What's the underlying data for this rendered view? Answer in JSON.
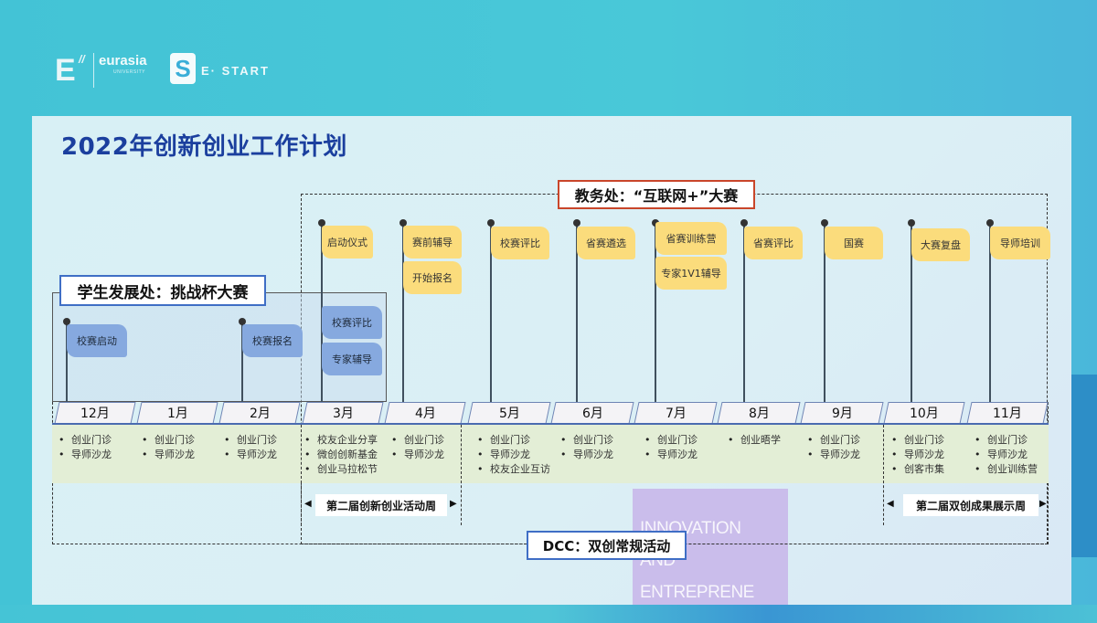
{
  "branding": {
    "logo_e": "E",
    "logo_marks": "//",
    "eurasia": "eurasia",
    "eurasia_sub": "UNIVERSITY",
    "start_mark": "S",
    "start_text": "E· START"
  },
  "title": "2022年创新创业工作计划",
  "sections": {
    "academic_affairs": "教务处：“互联网+”大赛",
    "student_affairs": "学生发展处：挑战杯大赛",
    "dcc": "DCC：双创常规活动"
  },
  "colors": {
    "title": "#1b3f9e",
    "academic_border": "#c9462a",
    "student_border": "#3f6ec5",
    "flag_yellow": "#fbdc7c",
    "flag_blue": "#86a9df",
    "activity_band": "#e3eed6"
  },
  "months": [
    "12月",
    "1月",
    "2月",
    "3月",
    "4月",
    "5月",
    "6月",
    "7月",
    "8月",
    "9月",
    "10月",
    "11月"
  ],
  "blue_flags": [
    {
      "month": "12月",
      "label": "校赛启动"
    },
    {
      "month": "2月",
      "label": "校赛报名"
    },
    {
      "month": "3月",
      "label": "校赛评比"
    },
    {
      "month": "3月",
      "label": "专家辅导"
    }
  ],
  "yellow_flags": [
    {
      "month": "3月",
      "label": "启动仪式"
    },
    {
      "month": "4月",
      "label": "赛前辅导"
    },
    {
      "month": "4月",
      "label": "开始报名"
    },
    {
      "month": "5月",
      "label": "校赛评比"
    },
    {
      "month": "6月",
      "label": "省赛遴选"
    },
    {
      "month": "7月",
      "label": "省赛训练营"
    },
    {
      "month": "7月",
      "label": "专家1V1辅导"
    },
    {
      "month": "8月",
      "label": "省赛评比"
    },
    {
      "month": "9月",
      "label": "国赛"
    },
    {
      "month": "10月",
      "label": "大赛复盘"
    },
    {
      "month": "11月",
      "label": "导师培训"
    }
  ],
  "activities": [
    {
      "month": "12月",
      "items": [
        "创业门诊",
        "导师沙龙"
      ]
    },
    {
      "month": "1月",
      "items": [
        "创业门诊",
        "导师沙龙"
      ]
    },
    {
      "month": "2月",
      "items": [
        "创业门诊",
        "导师沙龙"
      ]
    },
    {
      "month": "3月",
      "items": [
        "校友企业分享",
        "微创创新基金",
        "创业马拉松节"
      ]
    },
    {
      "month": "4月",
      "items": [
        "创业门诊",
        "导师沙龙"
      ]
    },
    {
      "month": "5月",
      "items": [
        "创业门诊",
        "导师沙龙",
        "校友企业互访"
      ]
    },
    {
      "month": "6月",
      "items": [
        "创业门诊",
        "导师沙龙"
      ]
    },
    {
      "month": "7月",
      "items": [
        "创业门诊",
        "导师沙龙"
      ]
    },
    {
      "month": "8月",
      "items": [
        "创业晤学"
      ]
    },
    {
      "month": "9月",
      "items": [
        "创业门诊",
        "导师沙龙"
      ]
    },
    {
      "month": "10月",
      "items": [
        "创业门诊",
        "导师沙龙",
        "创客市集"
      ]
    },
    {
      "month": "11月",
      "items": [
        "创业门诊",
        "导师沙龙",
        "创业训练营"
      ]
    }
  ],
  "weeks": {
    "innovation_week": "第二届创新创业活动周",
    "showcase_week": "第二届双创成果展示周"
  },
  "decor": {
    "line1": "INNOVATION",
    "line2": "AND",
    "line3": "ENTREPRENE"
  }
}
